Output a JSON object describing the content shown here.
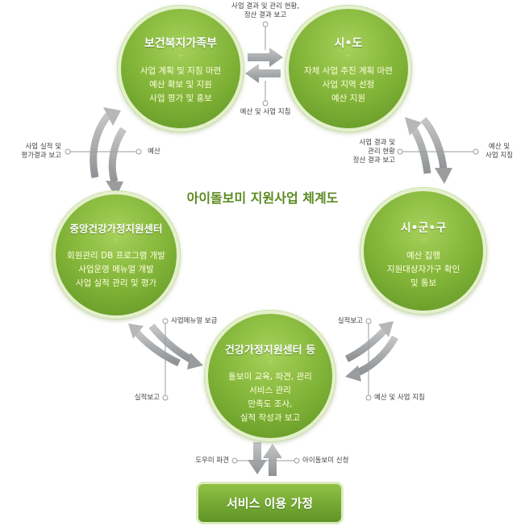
{
  "diagram_title": "아이돌보미 지원사업 체계도",
  "nodes": {
    "ministry": {
      "title": "보건복지가족부",
      "marker": "∵",
      "lines": [
        "사업 계획 및 지침 마련",
        "예산 확보 및 지원",
        "사업 평가 및 홍보"
      ]
    },
    "sido": {
      "title": "시•도",
      "marker": "∵",
      "lines": [
        "자체 사업 추진 계획 마련",
        "사업 지역 선정",
        "예산 지원"
      ]
    },
    "central": {
      "title": "중앙건강가정지원센터",
      "marker": "∵",
      "lines": [
        "회원관리 DB 프로그램 개발",
        "사업운영 메뉴얼 개발",
        "사업 실적 관리 및 평가"
      ]
    },
    "sigungu": {
      "title": "시•군•구",
      "marker": "∵",
      "lines": [
        "예산 집행",
        "지원대상자가구 확인",
        "및 통보"
      ]
    },
    "center": {
      "title": "건강가정지원센터 등",
      "marker": "∵",
      "lines": [
        "돌보미 교육, 파견, 관리",
        "서비스 관리",
        "만족도 조사,",
        "실적 작성과 보고"
      ]
    }
  },
  "service_box": "서비스 이용 가정",
  "edge_labels": {
    "top_report": [
      "사업 결과 및 관리 현황,",
      "정산 결과 보고"
    ],
    "top_budget": "예산 및 사업 지침",
    "left_report": [
      "사업 실적 및",
      "평가결과 보고"
    ],
    "left_budget": "예산",
    "right_report": [
      "사업 결과 및",
      "관리 현황",
      "정산 결과 보고"
    ],
    "right_budget": [
      "예산 및",
      "사업 지침"
    ],
    "lower_left_manual": "사업메뉴얼 보급",
    "lower_left_report": "실적보고",
    "lower_right_report": "실적보고",
    "lower_right_budget": "예산 및 사업 지침",
    "bottom_dispatch": "도우미 파견",
    "bottom_apply": "아이돌보미 신청"
  },
  "colors": {
    "node_green": "#7fb236",
    "arrow_gray": "#a7a9ab",
    "title_green": "#5b8a22"
  }
}
